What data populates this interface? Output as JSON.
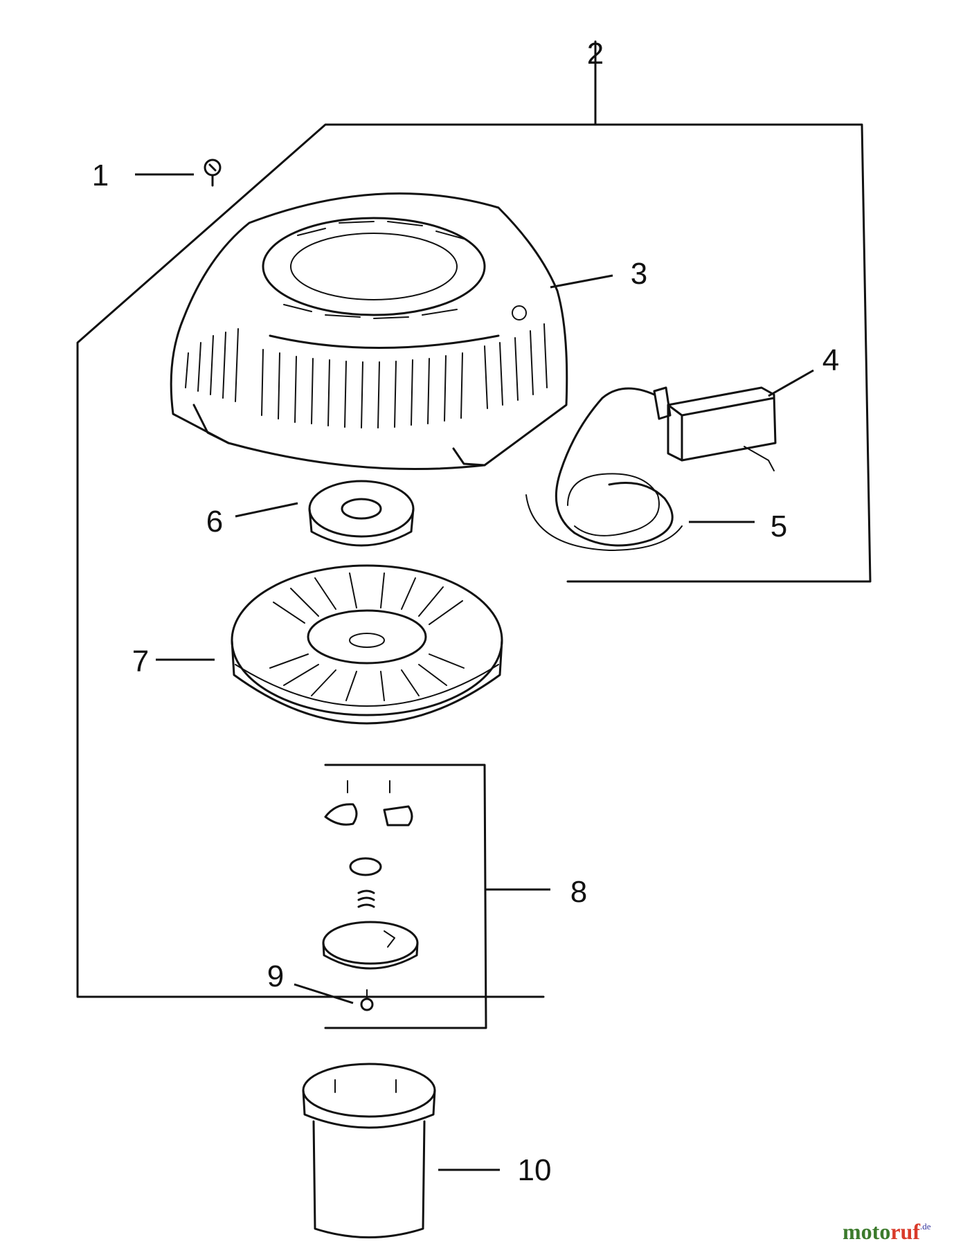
{
  "callouts": [
    "1",
    "2",
    "3",
    "4",
    "5",
    "6",
    "7",
    "8",
    "9",
    "10"
  ],
  "watermark": {
    "part_a": "moto",
    "part_b": "ruf",
    "part_c": ".de"
  }
}
